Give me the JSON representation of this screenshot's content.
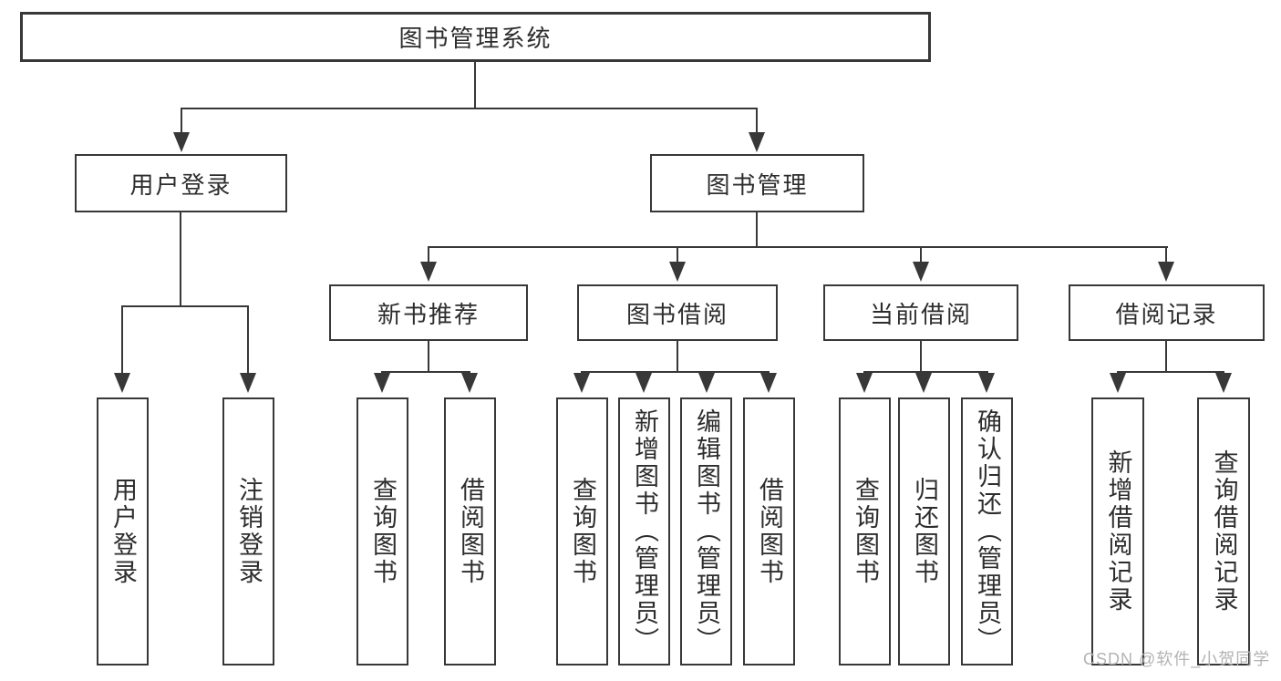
{
  "nodes": {
    "root": "图书管理系统",
    "level1": [
      "用户登录",
      "图书管理"
    ],
    "level2": [
      "新书推荐",
      "图书借阅",
      "当前借阅",
      "借阅记录"
    ],
    "leaves": [
      "用户登录",
      "注销登录",
      "查询图书",
      "借阅图书",
      "查询图书",
      "新增图书（管理员）",
      "编辑图书（管理员）",
      "借阅图书",
      "查询图书",
      "归还图书",
      "确认归还（管理员）",
      "新增借阅记录",
      "查询借阅记录"
    ]
  },
  "edges": [
    {
      "parent": "图书管理系统",
      "children": [
        "用户登录",
        "图书管理"
      ]
    },
    {
      "parent": "用户登录",
      "children": [
        "用户登录",
        "注销登录"
      ]
    },
    {
      "parent": "图书管理",
      "children": [
        "新书推荐",
        "图书借阅",
        "当前借阅",
        "借阅记录"
      ]
    },
    {
      "parent": "新书推荐",
      "children": [
        "查询图书",
        "借阅图书"
      ]
    },
    {
      "parent": "图书借阅",
      "children": [
        "查询图书",
        "新增图书（管理员）",
        "编辑图书（管理员）",
        "借阅图书"
      ]
    },
    {
      "parent": "当前借阅",
      "children": [
        "查询图书",
        "归还图书",
        "确认归还（管理员）"
      ]
    },
    {
      "parent": "借阅记录",
      "children": [
        "新增借阅记录",
        "查询借阅记录"
      ]
    }
  ],
  "watermark": "CSDN @软件_小贺同学",
  "colors": {
    "line": "#383838",
    "text": "#2d2d2d",
    "background": "#ffffff",
    "watermark": "#b3b3b3"
  }
}
